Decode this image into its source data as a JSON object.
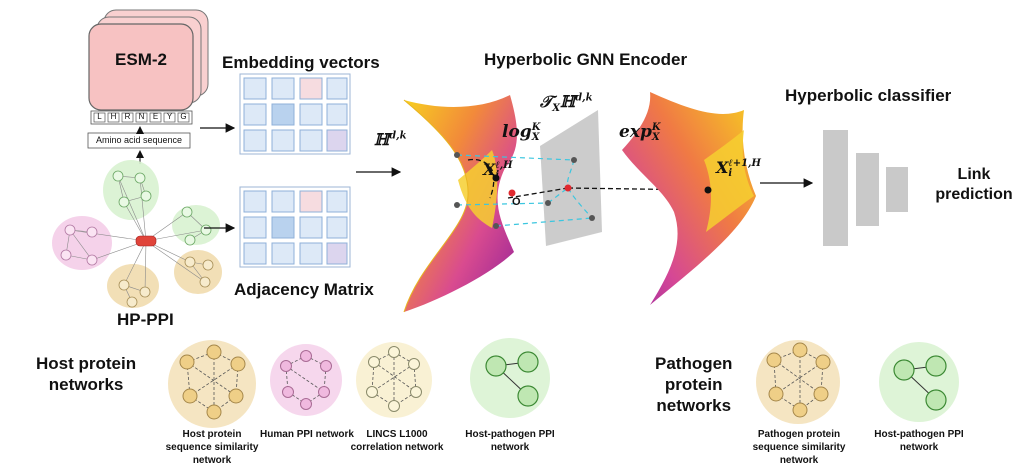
{
  "esm": {
    "title": "ESM-2",
    "tokens": [
      "L",
      "H",
      "R",
      "N",
      "E",
      "Y",
      "G"
    ],
    "seq_label": "Amino acid sequence"
  },
  "embedding": {
    "title": "Embedding vectors"
  },
  "adjacency": {
    "title": "Adjacency Matrix"
  },
  "hpppi": {
    "label": "HP-PPI"
  },
  "encoder": {
    "title": "Hyperbolic GNN Encoder"
  },
  "math": {
    "space_left": "ℍ",
    "space_left_sup": "d,k",
    "log": "log",
    "log_sup": "K",
    "log_sub": "X",
    "tangent": "𝒯",
    "tangent_sub": "X",
    "tangent_H": "ℍ",
    "tangent_sup": "d,k",
    "exp": "exp",
    "exp_sup": "K",
    "exp_sub": "X",
    "xi_left": "X",
    "xi_left_sub": "i",
    "xi_left_sup": "ℓ,H",
    "origin": "O",
    "xi_right": "X",
    "xi_right_sub": "i",
    "xi_right_sup": "ℓ+1,H"
  },
  "classifier": {
    "title": "Hyperbolic classifier",
    "output_line1": "Link",
    "output_line2": "prediction"
  },
  "host": {
    "heading_line1": "Host protein",
    "heading_line2": "networks",
    "networks": [
      {
        "caption": [
          "Host protein",
          "sequence similarity",
          "network"
        ]
      },
      {
        "caption": [
          "Human PPI network"
        ]
      },
      {
        "caption": [
          "LINCS L1000",
          "correlation network"
        ]
      },
      {
        "caption": [
          "Host-pathogen PPI",
          "network"
        ]
      }
    ]
  },
  "pathogen": {
    "heading_line1": "Pathogen",
    "heading_line2": "protein",
    "heading_line3": "networks",
    "networks": [
      {
        "caption": [
          "Pathogen protein",
          "sequence similarity",
          "network"
        ]
      },
      {
        "caption": [
          "Host-pathogen PPI",
          "network"
        ]
      }
    ]
  },
  "colors": {
    "esm_fill": "#f9d0d0",
    "grid_cell": "#dde9f7",
    "grid_cell_dark": "#b9d2ee",
    "grid_cell_pink": "#f6dce0",
    "grid_cell_lilac": "#dcd5ee",
    "tan": "#f1dcae",
    "pink": "#f4cde8",
    "yellow": "#f8f0cf",
    "green": "#d8f2d0",
    "plane": "#c8c8c8",
    "bars": "#c9c9c9",
    "cyan": "#3bc6df"
  }
}
